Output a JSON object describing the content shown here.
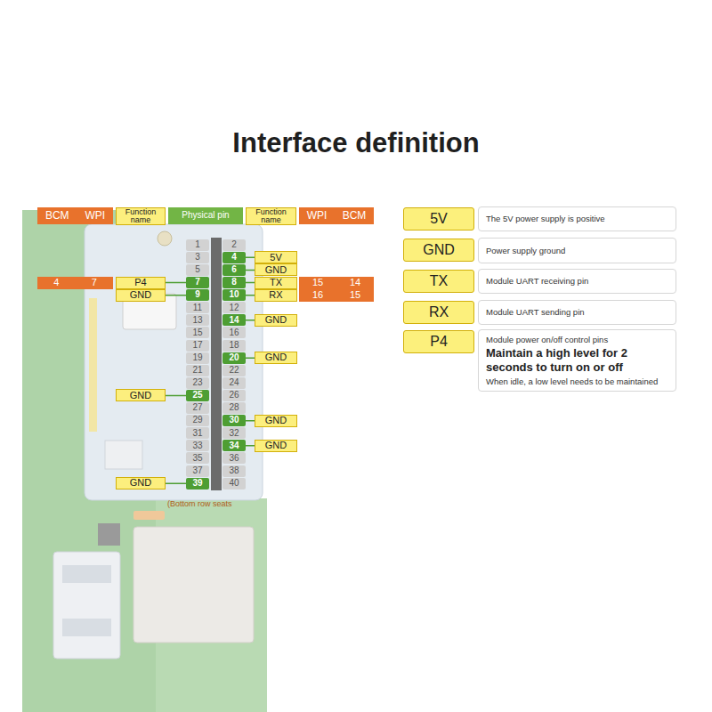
{
  "diagram": {
    "title": "Interface definition",
    "nodes": [
      {
        "text": [
          "BCM",
          "WPI"
        ]
      },
      {
        "text": [
          "Function name"
        ]
      },
      {
        "text": [
          "Physical pin"
        ]
      },
      {
        "text": [
          "Function name"
        ]
      },
      {
        "text": [
          "WPI",
          "BCM"
        ]
      },
      {
        "text": [
          "1"
        ]
      },
      {
        "text": [
          "2"
        ]
      },
      {
        "text": [
          "3"
        ]
      },
      {
        "text": [
          "4"
        ]
      },
      {
        "text": [
          "5"
        ]
      },
      {
        "text": [
          "6"
        ]
      },
      {
        "text": [
          "7"
        ]
      },
      {
        "text": [
          "8"
        ]
      },
      {
        "text": [
          "9"
        ]
      },
      {
        "text": [
          "10"
        ]
      },
      {
        "text": [
          "11"
        ]
      },
      {
        "text": [
          "12"
        ]
      },
      {
        "text": [
          "13"
        ]
      },
      {
        "text": [
          "14"
        ]
      },
      {
        "text": [
          "15"
        ]
      },
      {
        "text": [
          "16"
        ]
      },
      {
        "text": [
          "17"
        ]
      },
      {
        "text": [
          "18"
        ]
      },
      {
        "text": [
          "19"
        ]
      },
      {
        "text": [
          "20"
        ]
      },
      {
        "text": [
          "21"
        ]
      },
      {
        "text": [
          "22"
        ]
      },
      {
        "text": [
          "23"
        ]
      },
      {
        "text": [
          "24"
        ]
      },
      {
        "text": [
          "25"
        ]
      },
      {
        "text": [
          "26"
        ]
      },
      {
        "text": [
          "27"
        ]
      },
      {
        "text": [
          "28"
        ]
      },
      {
        "text": [
          "29"
        ]
      },
      {
        "text": [
          "30"
        ]
      },
      {
        "text": [
          "31"
        ]
      },
      {
        "text": [
          "32"
        ]
      },
      {
        "text": [
          "33"
        ]
      },
      {
        "text": [
          "34"
        ]
      },
      {
        "text": [
          "35"
        ]
      },
      {
        "text": [
          "36"
        ]
      },
      {
        "text": [
          "37"
        ]
      },
      {
        "text": [
          "38"
        ]
      },
      {
        "text": [
          "39"
        ]
      },
      {
        "text": [
          "40"
        ]
      },
      {
        "text": [
          "5V"
        ]
      },
      {
        "text": [
          "GND"
        ]
      },
      {
        "text": [
          "4",
          "7"
        ]
      },
      {
        "text": [
          "P4"
        ]
      },
      {
        "text": [
          "TX"
        ]
      },
      {
        "text": [
          "15",
          "14"
        ]
      },
      {
        "text": [
          "GND"
        ]
      },
      {
        "text": [
          "RX"
        ]
      },
      {
        "text": [
          "16",
          "15"
        ]
      },
      {
        "text": [
          "GND"
        ]
      },
      {
        "text": [
          "GND"
        ]
      },
      {
        "text": [
          "GND"
        ]
      },
      {
        "text": [
          "GND"
        ]
      },
      {
        "text": [
          "GND"
        ]
      },
      {
        "text": [
          "GND"
        ]
      },
      {
        "text": [
          "5V"
        ]
      },
      {
        "text": [
          "The 5V power supply is positive"
        ]
      },
      {
        "text": [
          "GND"
        ]
      },
      {
        "text": [
          "Power supply ground"
        ]
      },
      {
        "text": [
          "TX"
        ]
      },
      {
        "text": [
          "Module UART receiving pin"
        ]
      },
      {
        "text": [
          "RX"
        ]
      },
      {
        "text": [
          "Module UART sending pin"
        ]
      },
      {
        "text": [
          "P4"
        ]
      },
      {
        "text": [
          "Module power on/off control pins",
          "Maintain a high level for 2 seconds to turn on or off",
          "When idle, a low level needs to be maintained"
        ]
      }
    ],
    "edges": [
      {
        "from": 8,
        "to": 45,
        "arrow": "none"
      },
      {
        "from": 10,
        "to": 46,
        "arrow": "none"
      },
      {
        "from": 48,
        "to": 11,
        "arrow": "none"
      },
      {
        "from": 12,
        "to": 49,
        "arrow": "none"
      },
      {
        "from": 51,
        "to": 13,
        "arrow": "none"
      },
      {
        "from": 14,
        "to": 52,
        "arrow": "none"
      },
      {
        "from": 18,
        "to": 54,
        "arrow": "none"
      },
      {
        "from": 24,
        "to": 55,
        "arrow": "none"
      },
      {
        "from": 56,
        "to": 29,
        "arrow": "none"
      },
      {
        "from": 34,
        "to": 57,
        "arrow": "none"
      },
      {
        "from": 38,
        "to": 58,
        "arrow": "none"
      },
      {
        "from": 59,
        "to": 43,
        "arrow": "none"
      }
    ],
    "labels": [
      "(Bottom row seats"
    ]
  }
}
